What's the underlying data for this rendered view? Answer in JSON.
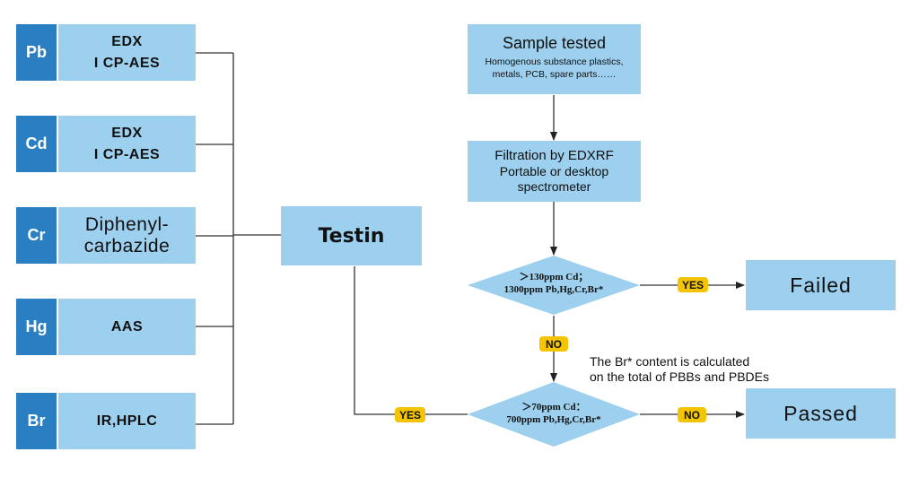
{
  "elements": [
    {
      "code": "Pb",
      "methods": [
        "EDX",
        "I CP-AES"
      ],
      "style": "bold"
    },
    {
      "code": "Cd",
      "methods": [
        "EDX",
        "I CP-AES"
      ],
      "style": "bold"
    },
    {
      "code": "Cr",
      "methods": [
        "Diphenyl-",
        "carbazide"
      ],
      "style": "plain"
    },
    {
      "code": "Hg",
      "methods": [
        "AAS"
      ],
      "style": "bold"
    },
    {
      "code": "Br",
      "methods": [
        "IR,HPLC"
      ],
      "style": "bold"
    }
  ],
  "center": {
    "label": "Testin"
  },
  "sample": {
    "title": "Sample tested",
    "line1": "Homogenous substance plastics,",
    "line2": "metals, PCB, spare parts……"
  },
  "filtration": {
    "line1": "Filtration by EDXRF",
    "line2": "Portable or desktop",
    "line3": "spectrometer"
  },
  "decision1": {
    "line1": "＞130ppm Cd；",
    "line2": "1300ppm Pb,Hg,Cr,Br*"
  },
  "decision2": {
    "line1": "＞70ppm Cd：",
    "line2": "700ppm Pb,Hg,Cr,Br*"
  },
  "badges": {
    "yes1": "YES",
    "no1": "NO",
    "yes2": "YES",
    "no2": "NO"
  },
  "failed": {
    "label": "Failed"
  },
  "passed": {
    "label": "Passed"
  },
  "note": {
    "line1": "The Br* content is calculated",
    "line2": "on the total of PBBs and PBDEs"
  },
  "colors": {
    "dark_blue": "#2a7fc3",
    "light_blue": "#9dd0ef",
    "badge_yellow": "#f5c400"
  }
}
